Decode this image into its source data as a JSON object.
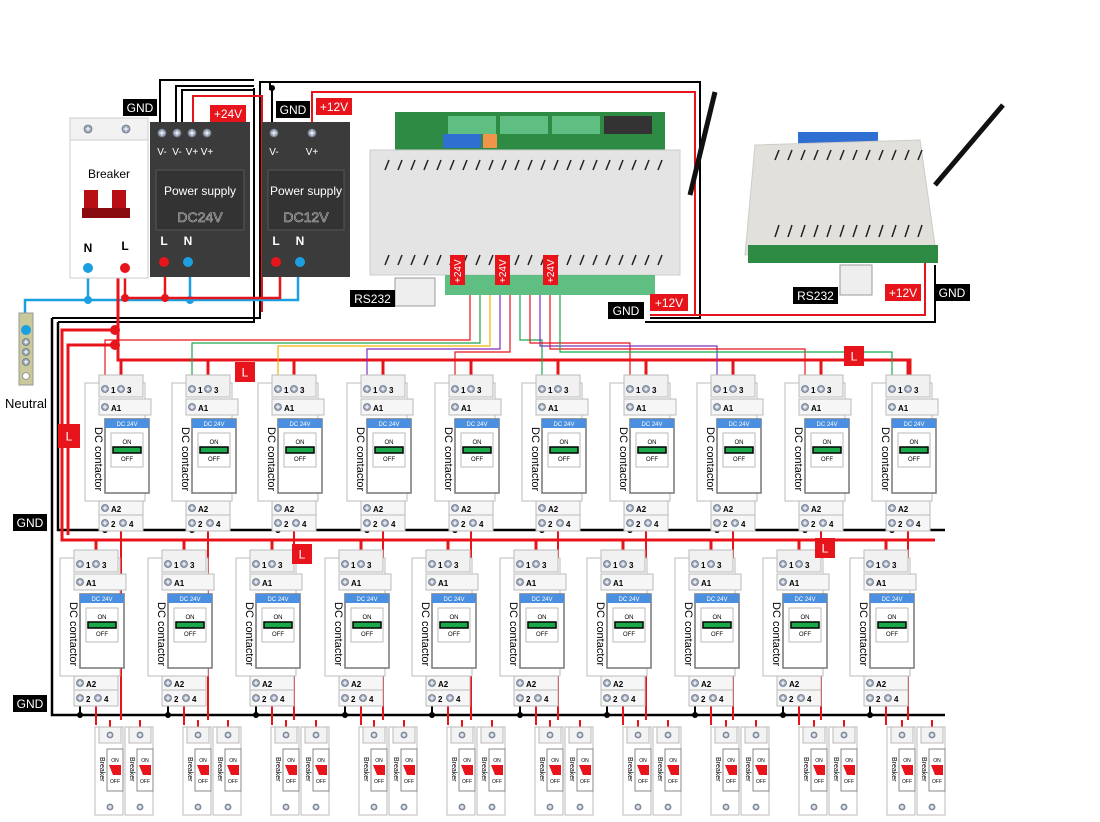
{
  "labels": {
    "gnd": "GND",
    "plus24": "+24V",
    "plus12": "+12V",
    "rs232": "RS232",
    "neutral": "Neutral",
    "line": "L",
    "n": "N"
  },
  "main_breaker": {
    "title": "Breaker",
    "terminal_n": "N",
    "terminal_l": "L"
  },
  "psu_24": {
    "title": "Power supply",
    "model": "DC24V",
    "terminals_top": [
      "V-",
      "V-",
      "V+",
      "V+"
    ],
    "terminals_bottom": [
      "L",
      "N"
    ]
  },
  "psu_12": {
    "title": "Power supply",
    "model": "DC12V",
    "terminals_top": [
      "V-",
      "V+"
    ],
    "terminals_bottom": [
      "L",
      "N"
    ]
  },
  "controller_main": {
    "output_labels": [
      "+24V",
      "+24V",
      "+24V"
    ],
    "port": "RS232",
    "power_labels": [
      "GND",
      "+12V"
    ]
  },
  "controller_secondary": {
    "port": "RS232",
    "power_labels": [
      "+12V",
      "GND"
    ]
  },
  "contactor": {
    "name": "DC contactor",
    "rating": "DC 24V",
    "on": "ON",
    "off": "OFF",
    "terminals": [
      "1",
      "3",
      "A1",
      "A2",
      "2",
      "4"
    ]
  },
  "contactor_rows": [
    {
      "count": 10
    },
    {
      "count": 10
    }
  ],
  "branch_breaker": {
    "name": "Breaker",
    "on": "ON",
    "off": "OFF",
    "pairs": 10
  },
  "colors": {
    "line": "#e8141b",
    "neutral": "#1aa0e0",
    "gnd": "#000000",
    "signal_green": "#1aa84a",
    "signal_yellow": "#f0b400",
    "signal_purple": "#7b2fbf",
    "signal_red": "#c0111a"
  }
}
